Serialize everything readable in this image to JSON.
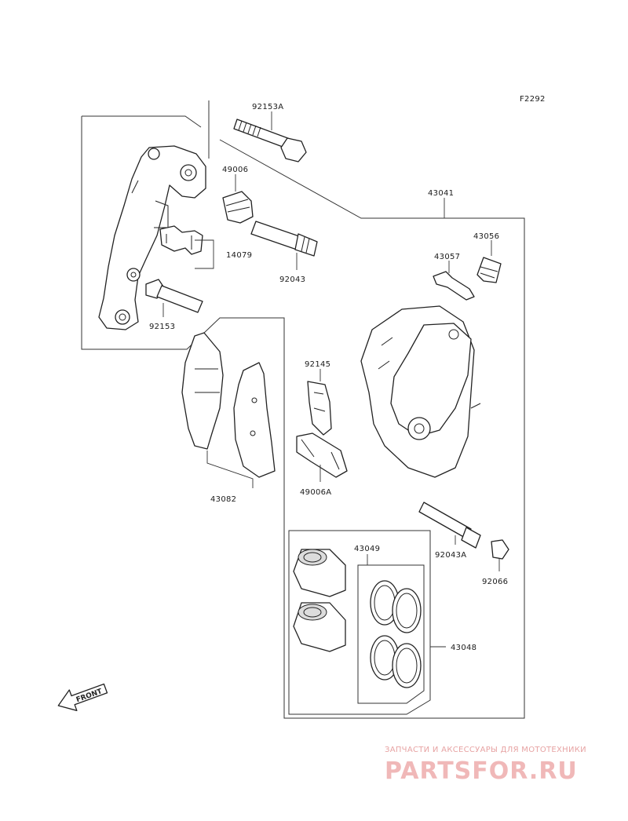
{
  "diagram_code": "F2292",
  "part_numbers": {
    "bolt_top": "92153A",
    "boot_upper": "49006",
    "pad_spring": "14079",
    "pin_upper": "92043",
    "bolt_bracket": "92153",
    "caliper_assy": "43041",
    "bleeder_valve": "43056",
    "bleeder_cap": "43057",
    "pad_retainer": "92145",
    "boot_lower": "49006A",
    "pad_set": "43082",
    "pin_lower": "92043A",
    "cap_lower": "92066",
    "piston_seal_kit": "43049",
    "piston_set": "43048"
  },
  "front_arrow_label": "FRONT",
  "watermark": {
    "tagline": "ЗАПЧАСТИ И АКСЕССУАРЫ ДЛЯ МОТОТЕХНИКИ",
    "brand": "PARTSFOR.RU"
  },
  "colors": {
    "line": "#222222",
    "watermark": "#e7a3a3"
  }
}
